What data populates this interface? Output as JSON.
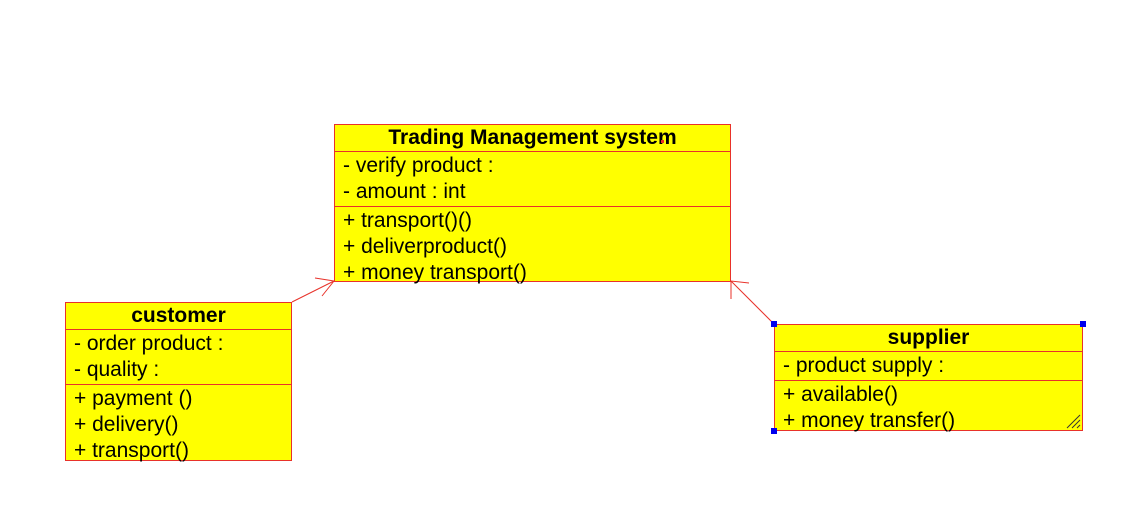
{
  "classes": {
    "tms": {
      "name": "Trading Management system",
      "attributes": [
        "- verify product :",
        "- amount : int"
      ],
      "operations": [
        "+ transport()()",
        "+ deliverproduct()",
        "+ money transport()"
      ]
    },
    "customer": {
      "name": "customer",
      "attributes": [
        "- order product :",
        "- quality :"
      ],
      "operations": [
        "+ payment ()",
        "+ delivery()",
        "+ transport()"
      ]
    },
    "supplier": {
      "name": "supplier",
      "attributes": [
        "- product supply :"
      ],
      "operations": [
        "+ available()",
        "+ money transfer()"
      ]
    }
  },
  "relations": [
    {
      "from": "customer",
      "to": "Trading Management system",
      "kind": "association-arrow"
    },
    {
      "from": "supplier",
      "to": "Trading Management system",
      "kind": "association-arrow"
    }
  ],
  "colors": {
    "class_fill": "#ffff00",
    "class_border": "#e8322a",
    "edge": "#e8322a",
    "selection_handle": "#0000ee"
  },
  "selected_class": "supplier"
}
